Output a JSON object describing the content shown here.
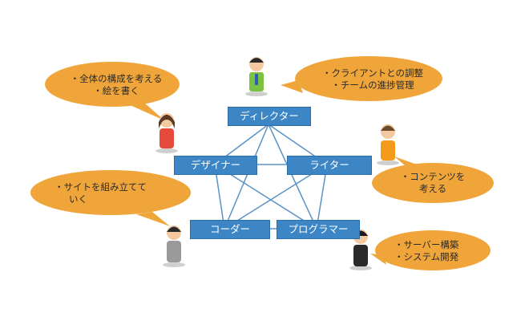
{
  "roles": {
    "director": "ディレクター",
    "designer": "デザイナー",
    "writer": "ライター",
    "coder": "コーダー",
    "programmer": "プログラマー"
  },
  "bubbles": {
    "designer": [
      "・全体の構成を考える",
      "・絵を書く"
    ],
    "director": [
      "・クライアントとの調整",
      "・チームの進捗管理"
    ],
    "writer": [
      "・コンテンツを",
      "考える"
    ],
    "coder": [
      "・サイトを組み立てて",
      "いく"
    ],
    "programmer": [
      "・サーバー構築",
      "・システム開発"
    ]
  },
  "colors": {
    "bubble": "#f0a53a",
    "role_box": "#3d86c6",
    "network_line": "#5b93c6"
  },
  "icons": [
    "person-icon-director",
    "person-icon-designer",
    "person-icon-writer",
    "person-icon-coder",
    "person-icon-programmer"
  ]
}
